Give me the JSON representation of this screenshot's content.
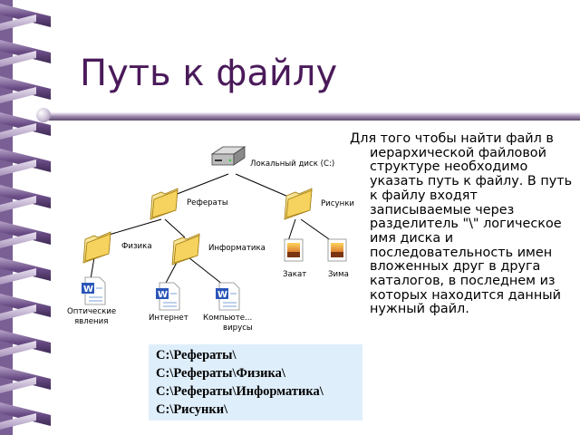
{
  "title": "Путь к файлу",
  "description": "Для того чтобы найти файл в иерархической файловой структуре необходимо указать путь к файлу. В путь к файлу входят записываемые через разделитель \"\\\" логическое имя диска и последовательность имен вложенных друг в друга каталогов, в последнем из которых находится данный нужный файл.",
  "tree": {
    "disk": "Локальный диск (C:)",
    "folder_referaty": "Рефераты",
    "folder_risunki": "Рисунки",
    "folder_fizika": "Физика",
    "folder_informatika": "Информатика",
    "file_zakat": "Закат",
    "file_zima": "Зима",
    "file_opticheskie_line1": "Оптические",
    "file_opticheskie_line2": "явления",
    "file_internet": "Интернет",
    "file_computer_line1": "Компьюте...",
    "file_computer_line2": "вирусы"
  },
  "paths": [
    "C:\\Рефераты\\",
    "C:\\Рефераты\\Физика\\",
    "C:\\Рефераты\\Информатика\\",
    "C:\\Рисунки\\"
  ],
  "colors": {
    "title": "#4a1a5a",
    "binding_purple": "#6a4d86",
    "paths_background": "#dfeefb"
  }
}
